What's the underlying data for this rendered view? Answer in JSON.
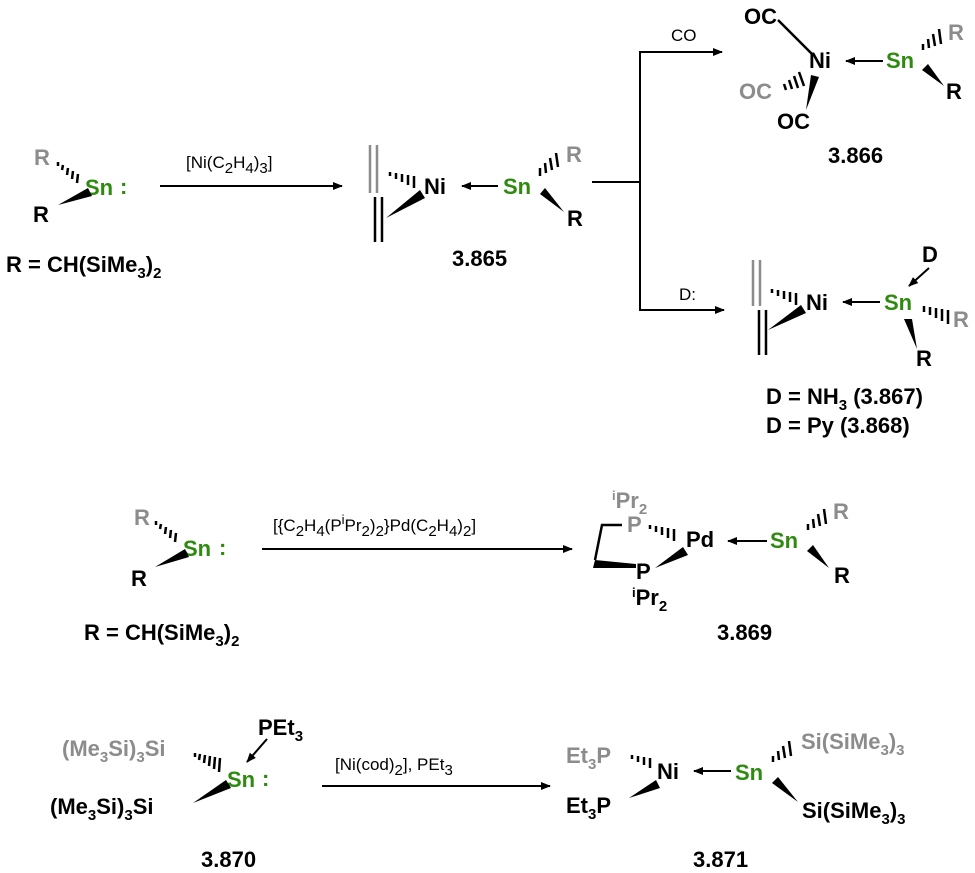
{
  "colors": {
    "black": "#000000",
    "gray": "#8c8c8c",
    "tin_green": "#2e8b0f"
  },
  "atoms": {
    "sn": "Sn",
    "ni": "Ni",
    "pd": "Pd",
    "r": "R",
    "p": "P",
    "co": "OC",
    "d": "D",
    "colon": ":"
  },
  "scheme1": {
    "r_definition_prefix": "R = CH(SiMe",
    "r_definition_sub": "3",
    "r_definition_suffix": ")",
    "r_definition_sub2": "2",
    "reagent_prefix": "[Ni(C",
    "reagent_sub1": "2",
    "reagent_mid": "H",
    "reagent_sub2": "4",
    "reagent_close": ")",
    "reagent_sub3": "3",
    "reagent_end": "]",
    "compound_3865": "3.865",
    "branch_co": "CO",
    "compound_3866": "3.866",
    "branch_d": "D:",
    "d_nh3_prefix": "D = NH",
    "d_nh3_sub": "3",
    "d_nh3_suffix": " (3.867)",
    "d_py": "D = Py (3.868)"
  },
  "scheme2": {
    "r_definition_prefix": "R = CH(SiMe",
    "r_definition_sub": "3",
    "r_definition_suffix": ")",
    "r_definition_sub2": "2",
    "reagent_parts": [
      {
        "t": "[{C",
        "k": "n"
      },
      {
        "t": "2",
        "k": "sub"
      },
      {
        "t": "H",
        "k": "n"
      },
      {
        "t": "4",
        "k": "sub"
      },
      {
        "t": "(P",
        "k": "n"
      },
      {
        "t": "i",
        "k": "sup"
      },
      {
        "t": "Pr",
        "k": "n"
      },
      {
        "t": "2",
        "k": "sub"
      },
      {
        "t": ")",
        "k": "n"
      },
      {
        "t": "2",
        "k": "sub"
      },
      {
        "t": "}Pd(C",
        "k": "n"
      },
      {
        "t": "2",
        "k": "sub"
      },
      {
        "t": "H",
        "k": "n"
      },
      {
        "t": "4",
        "k": "sub"
      },
      {
        "t": ")",
        "k": "n"
      },
      {
        "t": "2",
        "k": "sub"
      },
      {
        "t": "]",
        "k": "n"
      }
    ],
    "ipr_sup": "i",
    "ipr_main": "Pr",
    "ipr_sub": "2",
    "compound_3869": "3.869"
  },
  "scheme3": {
    "pet3_main": "PEt",
    "pet3_sub": "3",
    "silyl_prefix": "(Me",
    "silyl_sub1": "3",
    "silyl_mid": "Si)",
    "silyl_sub2": "3",
    "silyl_end": "Si",
    "compound_3870": "3.870",
    "reagent_a": "[Ni(cod)",
    "reagent_a_sub": "2",
    "reagent_b": "], PEt",
    "reagent_b_sub": "3",
    "et3p_a": "Et",
    "et3p_sub": "3",
    "et3p_b": "P",
    "hyp_a": "Si(SiMe",
    "hyp_sub1": "3",
    "hyp_b": ")",
    "hyp_sub2": "3",
    "compound_3871": "3.871"
  }
}
